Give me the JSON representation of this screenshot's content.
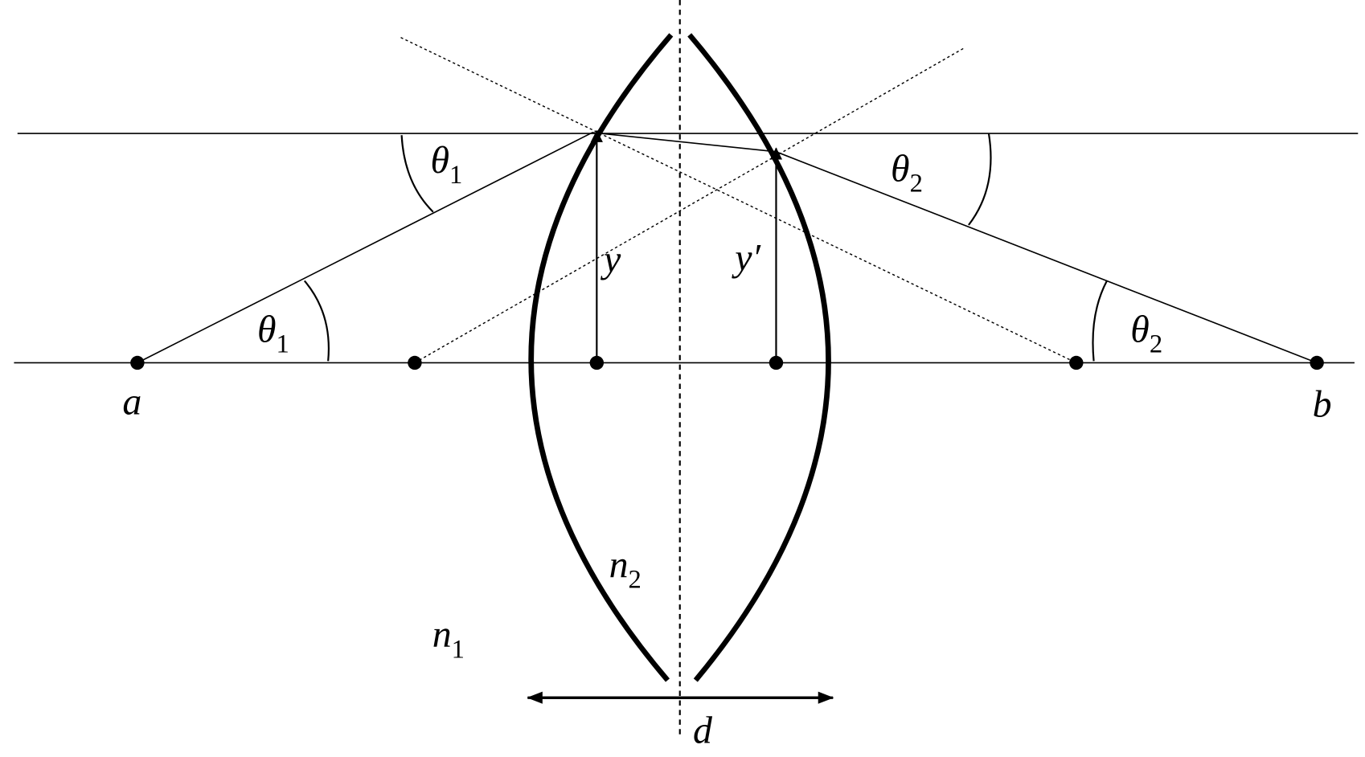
{
  "labels": {
    "theta1_top": "θ",
    "theta1_top_sub": "1",
    "theta1_bottom": "θ",
    "theta1_bottom_sub": "1",
    "theta2_top": "θ",
    "theta2_top_sub": "2",
    "theta2_bottom": "θ",
    "theta2_bottom_sub": "2",
    "y": "y",
    "y_prime": "y′",
    "a": "a",
    "b": "b",
    "n2": "n",
    "n2_sub": "2",
    "n1": "n",
    "n1_sub": "1",
    "d": "d"
  },
  "colors": {
    "stroke": "#000000",
    "background": "#ffffff"
  }
}
